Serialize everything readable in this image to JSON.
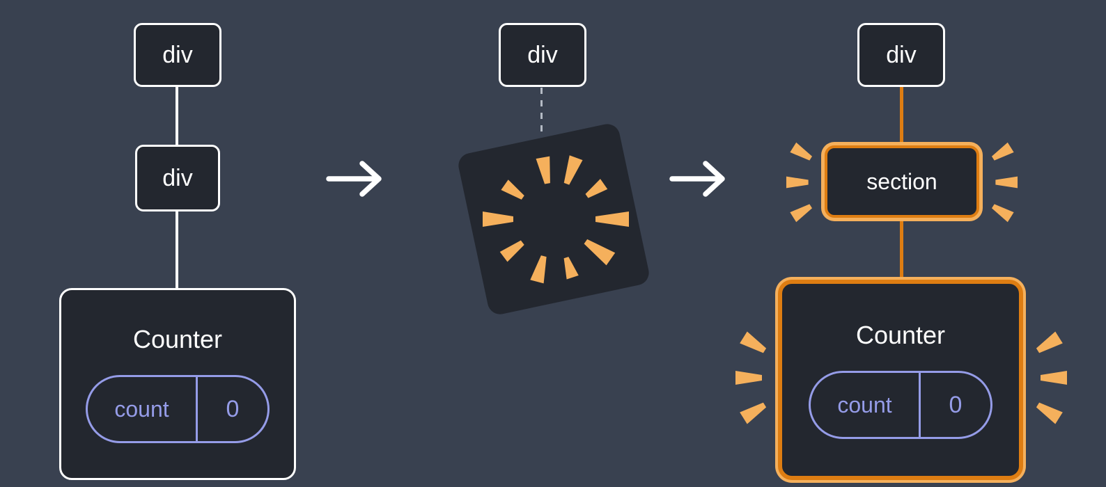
{
  "diagram": {
    "left": {
      "div_top": "div",
      "div_middle": "div",
      "counter": {
        "title": "Counter",
        "state_key": "count",
        "state_value": "0"
      }
    },
    "middle": {
      "div_top": "div"
    },
    "right": {
      "div_top": "div",
      "section": "section",
      "counter": {
        "title": "Counter",
        "state_key": "count",
        "state_value": "0"
      }
    }
  },
  "colors": {
    "background": "#394150",
    "node_fill": "#23272f",
    "node_border": "#ffffff",
    "text": "#ffffff",
    "state_purple": "#959ce8",
    "highlight_orange": "#de7d12",
    "highlight_orange_light": "#f5b05c",
    "dashed_line": "#b4bac4"
  }
}
